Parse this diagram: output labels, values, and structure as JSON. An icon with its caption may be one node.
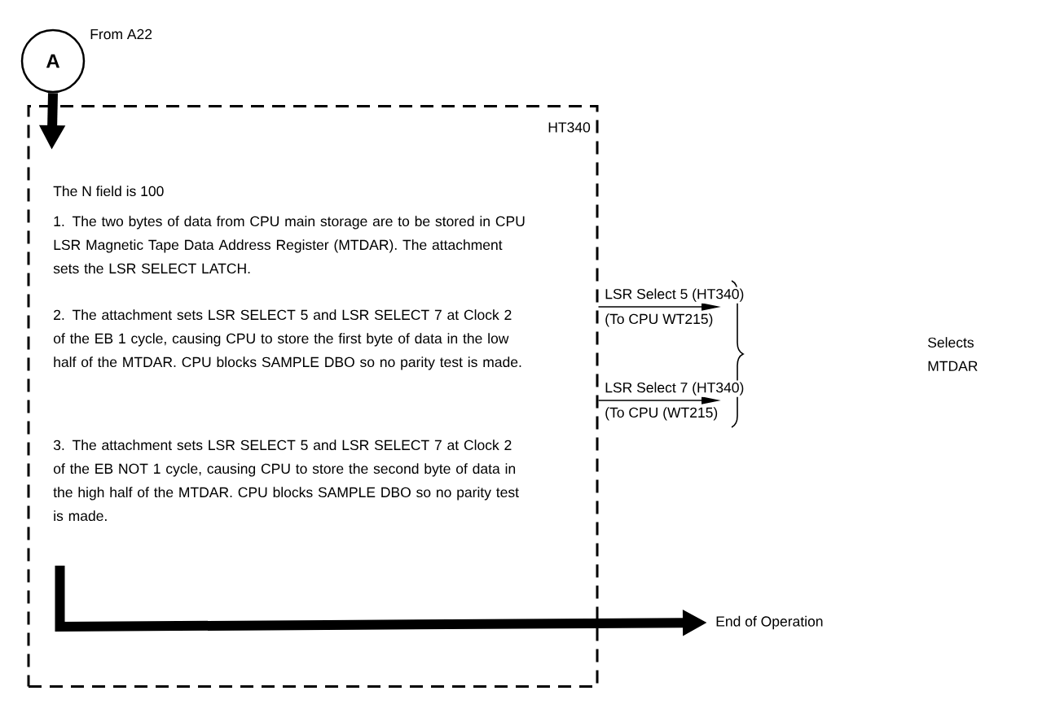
{
  "diagram": {
    "nodes": [
      {
        "text": [
          "A"
        ],
        "beside": [
          "From A22"
        ]
      },
      {
        "text": [
          "HT340",
          "The N field is 100",
          "1. The two bytes of data from CPU main storage are to be stored in CPU LSR Magnetic Tape Data Address Register (MTDAR). The attachment sets the LSR SELECT LATCH.",
          "2. The attachment sets LSR SELECT 5 and LSR SELECT 7 at Clock 2 of the EB 1 cycle, causing CPU to store the first byte of data in the low half of the MTDAR. CPU blocks SAMPLE DBO so no parity test is made.",
          "3. The attachment sets LSR SELECT 5 and LSR SELECT 7 at Clock 2 of the EB NOT 1 cycle, causing CPU to store the second byte of data in the high half of the MTDAR. CPU blocks SAMPLE DBO so no parity test is made."
        ]
      },
      {
        "text": [
          "Selects MTDAR"
        ]
      },
      {
        "text": [
          "End of Operation"
        ]
      }
    ],
    "edges": [
      {
        "from": 0,
        "to": 1,
        "arrow": "to",
        "style": "thick"
      },
      {
        "from": 1,
        "to": 2,
        "arrow": "to",
        "label": "LSR Select 5 (HT340)"
      },
      {
        "from": 1,
        "to": 2,
        "arrow": "to",
        "label": "LSR Select 7 (HT340)"
      },
      {
        "from": 1,
        "to": 3,
        "arrow": "to",
        "style": "thick"
      }
    ],
    "labels": [
      "(To CPU WT215)",
      "(To CPU (WT215)"
    ]
  }
}
